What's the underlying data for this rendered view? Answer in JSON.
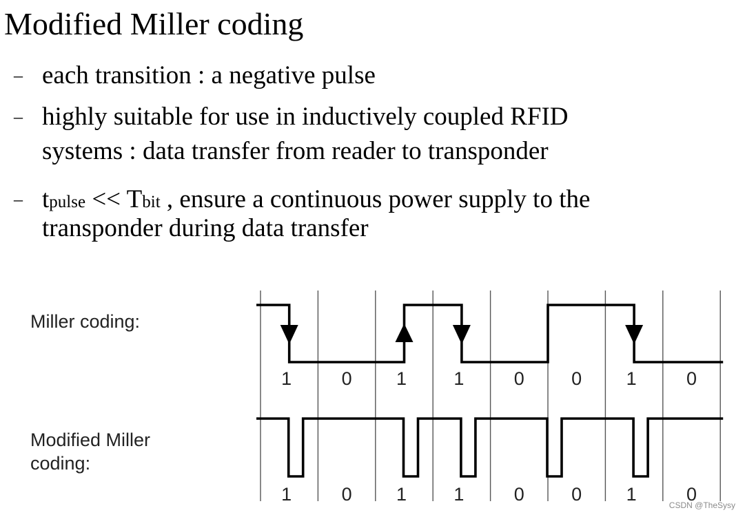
{
  "slide": {
    "title": "Modified Miller coding",
    "bullets": [
      {
        "dash": "–",
        "text": "each transition : a negative pulse"
      },
      {
        "dash": "–",
        "line1": "highly suitable for use in inductively coupled RFID",
        "line2": "systems : data transfer from reader to transponder"
      },
      {
        "dash": "–",
        "t_main": "t",
        "t_sub": "pulse",
        "op": " << ",
        "T_main": "T",
        "T_sub": "bit",
        "rest": " , ensure a continuous power supply to the",
        "line2": "transponder during data transfer"
      }
    ]
  },
  "diagram": {
    "miller_label": "Miller coding:",
    "modified_label_line1": "Modified Miller",
    "modified_label_line2": "coding:",
    "bits": [
      "1",
      "0",
      "1",
      "1",
      "0",
      "0",
      "1",
      "0"
    ],
    "miller_arrows": [
      "down",
      "none",
      "up",
      "down",
      "none",
      "none",
      "down",
      "none"
    ],
    "line_color": "#000000",
    "grid_color": "#555555"
  },
  "watermark": "CSDN @TheSysy"
}
